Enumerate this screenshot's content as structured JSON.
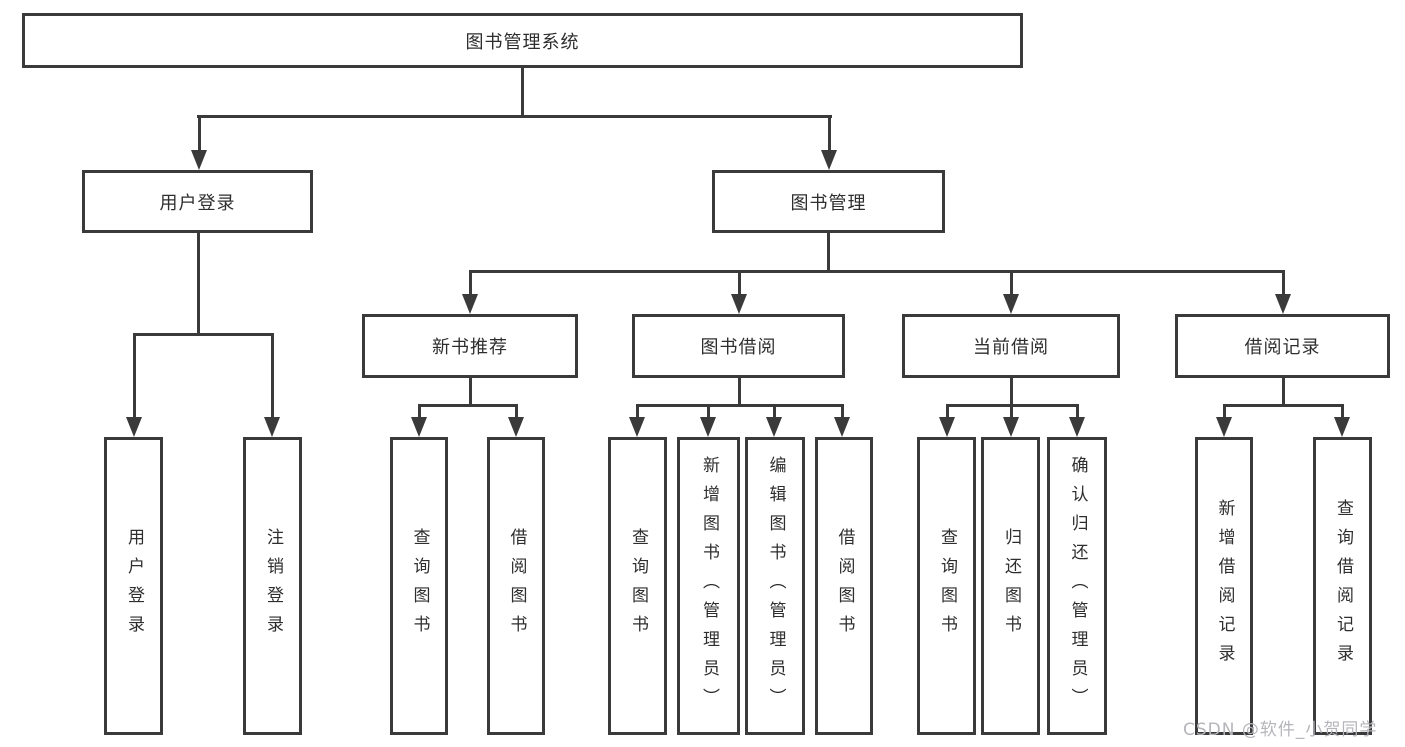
{
  "diagram_title": "图书管理系统",
  "watermark": "CSDN @软件_小贺同学",
  "colors": {
    "line": "#3a3a3a",
    "text": "#2e2e2e",
    "background": "#ffffff",
    "watermark": "#b5b5bb"
  },
  "tree": {
    "root": "图书管理系统",
    "children": [
      {
        "label": "用户登录",
        "children": [
          "用户登录",
          "注销登录"
        ]
      },
      {
        "label": "图书管理",
        "children": [
          {
            "label": "新书推荐",
            "children": [
              "查询图书",
              "借阅图书"
            ]
          },
          {
            "label": "图书借阅",
            "children": [
              "查询图书",
              "新增图书（管理员）",
              "编辑图书（管理员）",
              "借阅图书"
            ]
          },
          {
            "label": "当前借阅",
            "children": [
              "查询图书",
              "归还图书",
              "确认归还（管理员）"
            ]
          },
          {
            "label": "借阅记录",
            "children": [
              "新增借阅记录",
              "查询借阅记录"
            ]
          }
        ]
      }
    ]
  }
}
